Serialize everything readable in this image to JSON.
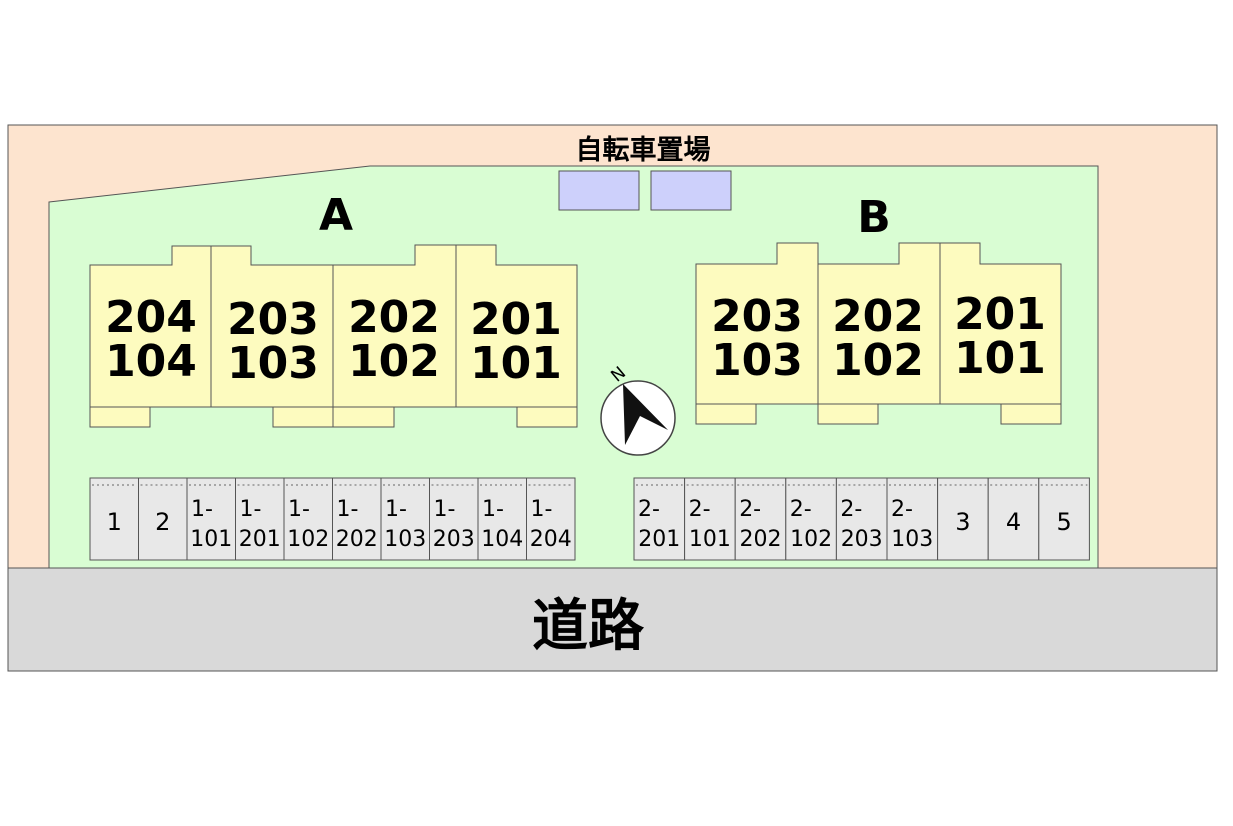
{
  "map": {
    "bicycle_parking_label": "自転車置場",
    "road_label": "道路",
    "north_label": "N",
    "buildings": [
      {
        "name": "A",
        "units": [
          {
            "top": "204",
            "bottom": "104"
          },
          {
            "top": "203",
            "bottom": "103"
          },
          {
            "top": "202",
            "bottom": "102"
          },
          {
            "top": "201",
            "bottom": "101"
          }
        ]
      },
      {
        "name": "B",
        "units": [
          {
            "top": "203",
            "bottom": "103"
          },
          {
            "top": "202",
            "bottom": "102"
          },
          {
            "top": "201",
            "bottom": "101"
          }
        ]
      }
    ],
    "parking_left": [
      {
        "line1": "1",
        "line2": ""
      },
      {
        "line1": "2",
        "line2": ""
      },
      {
        "line1": "1-",
        "line2": "101"
      },
      {
        "line1": "1-",
        "line2": "201"
      },
      {
        "line1": "1-",
        "line2": "102"
      },
      {
        "line1": "1-",
        "line2": "202"
      },
      {
        "line1": "1-",
        "line2": "103"
      },
      {
        "line1": "1-",
        "line2": "203"
      },
      {
        "line1": "1-",
        "line2": "104"
      },
      {
        "line1": "1-",
        "line2": "204"
      }
    ],
    "parking_right": [
      {
        "line1": "2-",
        "line2": "201"
      },
      {
        "line1": "2-",
        "line2": "101"
      },
      {
        "line1": "2-",
        "line2": "202"
      },
      {
        "line1": "2-",
        "line2": "102"
      },
      {
        "line1": "2-",
        "line2": "203"
      },
      {
        "line1": "2-",
        "line2": "103"
      },
      {
        "line1": "3",
        "line2": ""
      },
      {
        "line1": "4",
        "line2": ""
      },
      {
        "line1": "5",
        "line2": ""
      }
    ],
    "colors": {
      "lot": "#fde4cf",
      "grounds": "#d9fdd3",
      "building": "#fdfbbf",
      "bike_rack": "#cdd0fb",
      "parking": "#e8e8e8",
      "road": "#d9d9d9"
    }
  }
}
